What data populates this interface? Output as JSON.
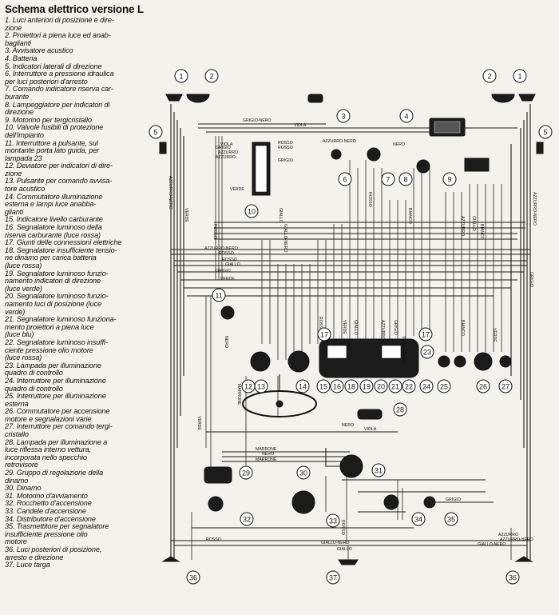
{
  "legend": {
    "title": "Schema elettrico versione L",
    "items": [
      "1. Luci anteriori di posizione e dire-",
      "zione",
      "2. Proiettori a piena luce ed anab-",
      "baglianti",
      "3. Avvisatore acustico",
      "4. Batteria",
      "5. Indicatori laterali di direzione",
      "6. Interruttore a pressione idraulica",
      "per luci posteriori d'arresto",
      "7. Comando indicatore riserva car-",
      "burante",
      "8. Lampeggiatore per indicatori di",
      "direzione",
      "9. Motorino per tergicristallo",
      "10. Valvole fusibili di protezione",
      "dell'impianto",
      "11. Interruttore a pulsante, sul",
      "montante porta lato guida, per",
      "lampada 23",
      "12. Deviatore per indicatori di dire-",
      "zione",
      "13. Pulsante per comando avvisa-",
      "tore acustico",
      "14. Commutatore illuminazione",
      "esterna e lampi luce anabba-",
      "glianti",
      "15. Indicatore livello carburante",
      "16. Segnalatore luminoso della",
      "riserva carburante (luce rossa)",
      "17. Giunti delle connessioni elettriche",
      "18. Segnalatore insufficiente tensio-",
      "ne dinamo per carica batteria",
      "(luce rossa)",
      "19. Segnalatore luminoso funzio-",
      "namento indicatori di direzione",
      "(luce verde)",
      "20. Segnalatore luminoso funzio-",
      "namento luci di posizione (luce",
      "verde)",
      "21. Segnalatore luminoso funziona-",
      "mento proiettori a piena luce",
      "(luce blu)",
      "22. Segnalatore luminoso insuffi-",
      "ciente pressione olio motore",
      "(luce rossa)",
      "23. Lampada per illuminazione",
      "quadro di controllo",
      "24. Interruttore per illuminazione",
      "quadro di controllo",
      "25. Interruttore per illuminazione",
      "esterna",
      "26. Commutatore per accensione",
      "motore e segnalazioni varie",
      "27. Interruttore per comando tergi-",
      "cristallo",
      "28. Lampada per illuminazione a",
      "luce riflessa interno vettura,",
      "incorporata nello specchio",
      "retrovisore",
      "29. Gruppo di regolazione della",
      "dinamo",
      "30. Dinamo",
      "31. Motorino d'avviamento",
      "32. Rocchetto d'accensione",
      "33. Candele d'accensione",
      "34. Distributore d'accensione",
      "35. Trasmettitore per segnalatore",
      "insufficiente pressione olio",
      "motore",
      "36. Luci posteriori di posizione,",
      "arresto e direzione",
      "37. Luce targa"
    ]
  },
  "diagram": {
    "wire_labels": {
      "grigio_nero": "GRIGIO-NERO",
      "viola": "VIOLA",
      "rosso": "ROSSO",
      "azzurro_nero": "AZZURRO-NERO",
      "nero": "NERO",
      "grigio": "GRIGIO",
      "verde": "VERDE",
      "azzurro": "AZZURRO",
      "giallo": "GIALLO",
      "marrone": "MARRONE",
      "bianco": "BIANCO",
      "verde_nero": "VERDE-NERO",
      "giallo_nero": "GIALLO-NERO"
    },
    "callouts": [
      "1",
      "2",
      "3",
      "4",
      "5",
      "6",
      "7",
      "8",
      "9",
      "10",
      "11",
      "12",
      "13",
      "14",
      "15",
      "16",
      "17",
      "18",
      "19",
      "20",
      "21",
      "22",
      "23",
      "24",
      "25",
      "26",
      "27",
      "28",
      "29",
      "30",
      "31",
      "32",
      "33",
      "34",
      "35",
      "36",
      "37"
    ]
  }
}
